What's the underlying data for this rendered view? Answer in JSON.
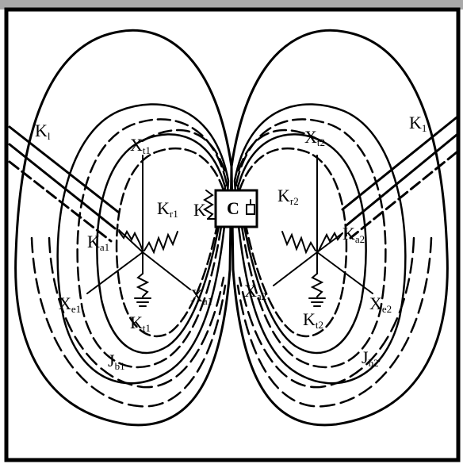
{
  "diagram": {
    "colors": {
      "ink": "#000000",
      "paper": "#ffffff",
      "top_band": "#a9a9a9"
    },
    "labels": {
      "k_left": {
        "main": "K",
        "sub": "l"
      },
      "k_right": {
        "main": "K",
        "sub": "1"
      },
      "x_t1": {
        "main": "X",
        "sub": "t1"
      },
      "x_t2": {
        "main": "X",
        "sub": "t2"
      },
      "k_r1": {
        "main": "K",
        "sub": "r1"
      },
      "k_r2": {
        "main": "K",
        "sub": "r2"
      },
      "k_center": {
        "main": "K"
      },
      "c_center": {
        "main": "C"
      },
      "k_a1": {
        "main": "K",
        "sub": "a1"
      },
      "k_a2": {
        "main": "K",
        "sub": "a2"
      },
      "x_e1": {
        "main": "X",
        "sub": "e1"
      },
      "x_a1": {
        "main": "X",
        "sub": "a1"
      },
      "x_a2": {
        "main": "X",
        "sub": "a2"
      },
      "x_e2": {
        "main": "X",
        "sub": "e2"
      },
      "k_t1": {
        "main": "K",
        "sub": "t1"
      },
      "k_t2": {
        "main": "K",
        "sub": "t2"
      },
      "j_b1": {
        "main": "J",
        "sub": "b1"
      },
      "j_b2": {
        "main": "J",
        "sub": "b2'"
      }
    }
  }
}
